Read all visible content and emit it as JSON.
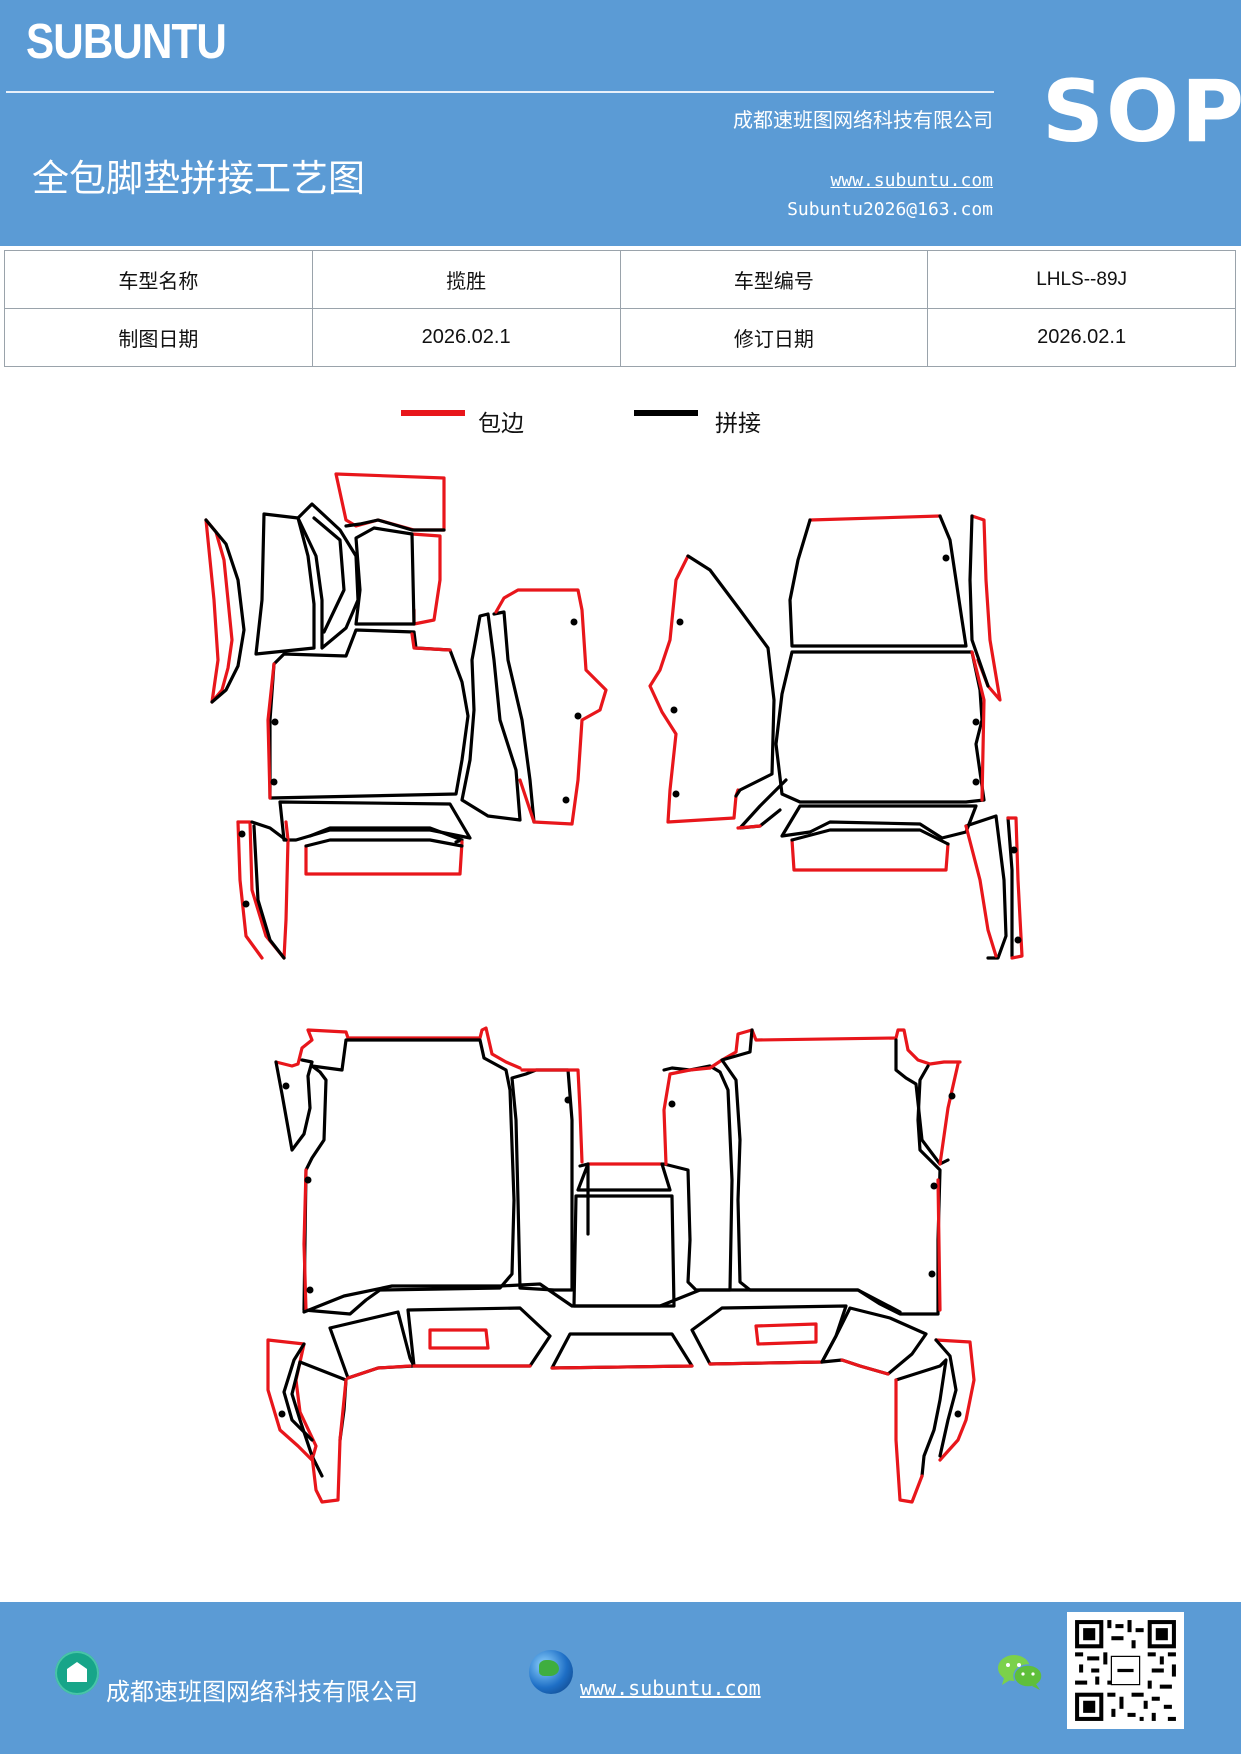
{
  "header": {
    "logo": "SUBUNTU",
    "company": "成都速班图网络科技有限公司",
    "title": "全包脚垫拼接工艺图",
    "website": "www.subuntu.com",
    "email": "Subuntu2026@163.com",
    "badge": "SOP"
  },
  "info_table": {
    "model_name_label": "车型名称",
    "model_name": "揽胜",
    "model_code_label": "车型编号",
    "model_code": "LHLS--89J",
    "draw_date_label": "制图日期",
    "draw_date": "2026.02.1",
    "revise_date_label": "修订日期",
    "revise_date": "2026.02.1"
  },
  "legend": {
    "edge_label": "包边",
    "edge_color": "#e8161b",
    "splice_label": "拼接",
    "splice_color": "#000000"
  },
  "footer": {
    "company": "成都速班图网络科技有限公司",
    "website": "www.subuntu.com",
    "icons": [
      "building-icon",
      "globe-icon",
      "wechat-icon",
      "qr-code"
    ]
  }
}
